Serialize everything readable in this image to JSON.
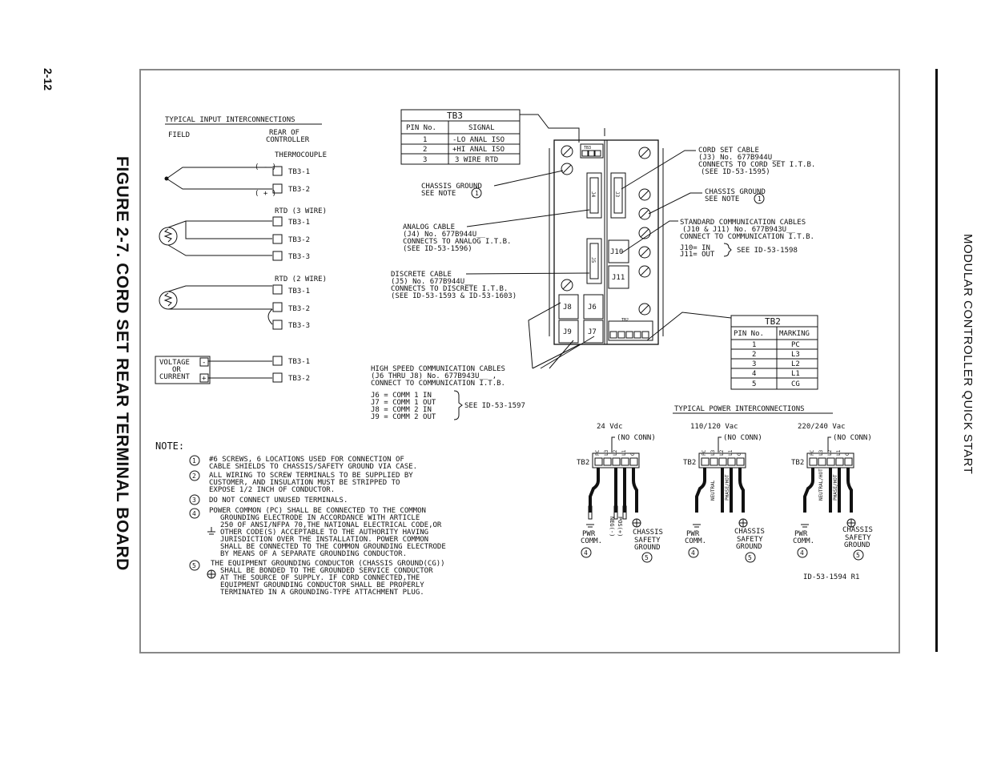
{
  "page_number": "2-12",
  "figure_title": "FIGURE 2-7. CORD SET REAR TERMINAL BOARD",
  "section_title": "MODULAR CONTROLLER QUICK START",
  "input_section": {
    "heading": "TYPICAL INPUT INTERCONNECTIONS",
    "field_label": "FIELD",
    "rear_label": "REAR OF",
    "rear_label2": "CONTROLLER",
    "thermocouple": "THERMOCOUPLE",
    "minus": "( - )",
    "plus": "( + )",
    "rtd3": "RTD (3 WIRE)",
    "rtd2": "RTD (2 WIRE)",
    "tb3_1": "TB3-1",
    "tb3_2": "TB3-2",
    "tb3_3": "TB3-3",
    "voltage": "VOLTAGE",
    "or": "OR",
    "current": "CURRENT",
    "sym_minus": "-",
    "sym_plus": "+"
  },
  "tb3_table": {
    "title": "TB3",
    "headers": [
      "PIN No.",
      "SIGNAL"
    ],
    "rows": [
      [
        "1",
        "-LO ANAL ISO"
      ],
      [
        "2",
        "+HI ANAL ISO"
      ],
      [
        "3",
        "3 WIRE RTD"
      ]
    ]
  },
  "tb2_table": {
    "title": "TB2",
    "headers": [
      "PIN No.",
      "MARKING"
    ],
    "rows": [
      [
        "1",
        "PC"
      ],
      [
        "2",
        "L3"
      ],
      [
        "3",
        "L2"
      ],
      [
        "4",
        "L1"
      ],
      [
        "5",
        "CG"
      ]
    ]
  },
  "callouts": {
    "cord_set": [
      "CORD SET CABLE",
      "(J3)      No. 677B944U__",
      "CONNECTS TO CORD SET I.T.B.",
      "(SEE ID-53-1595)"
    ],
    "chassis_ground_right": [
      "CHASSIS GROUND",
      "SEE NOTE"
    ],
    "chassis_ground_left": [
      "CHASSIS GROUND",
      "SEE NOTE"
    ],
    "std_comm": [
      "STANDARD COMMUNICATION CABLES",
      "(J10 & J11)      No. 677B943U__",
      "CONNECT TO COMMUNICATION I.T.B."
    ],
    "j10": "J10= IN",
    "j11": "J11= OUT",
    "std_see": "SEE ID-53-1598",
    "analog": [
      "ANALOG CABLE",
      "(J4)       No. 677B944U__",
      "CONNECTS TO ANALOG I.T.B.",
      "(SEE ID-53-1596)"
    ],
    "discrete": [
      "DISCRETE CABLE",
      "(J5)      No. 677B944U__",
      "CONNECTS TO DISCRETE I.T.B.",
      "(SEE ID-53-1593 & ID-53-1603)"
    ],
    "high_speed": [
      "HIGH SPEED COMMUNICATION CABLES",
      "(J6 THRU J8)      No. 677B943U__ ,",
      "CONNECT TO COMMUNICATION I.T.B."
    ],
    "j_list": [
      "J6 = COMM 1 IN",
      "J7 = COMM 1 OUT",
      "J8 = COMM 2 IN",
      "J9 = COMM 2 OUT"
    ],
    "hs_see": "SEE ID-53-1597"
  },
  "board_labels": {
    "j3": "J3",
    "j4": "J4",
    "j5": "J5",
    "j6": "J6",
    "j7": "J7",
    "j8": "J8",
    "j9": "J9",
    "j10": "J10",
    "j11": "J11",
    "tb2": "TB2",
    "tb3": "TB3"
  },
  "power_section": {
    "heading": "TYPICAL POWER INTERCONNECTIONS",
    "v24": "24 Vdc",
    "v110": "110/120 Vac",
    "v220": "220/240 Vac",
    "no_conn": "(NO CONN)",
    "tb2": "TB2",
    "pins": [
      "PC",
      "L3",
      "L2",
      "L1",
      "G"
    ],
    "pwr": "PWR",
    "comm": "COMM.",
    "chassis": "CHASSIS",
    "safety": "SAFETY",
    "ground": "GROUND",
    "neg": "NEG(-)",
    "pos": "POS(+)",
    "neutral": "NEUTRAL",
    "phase_hot": "PHASE/HOT",
    "neutral_hot": "NEUTRAL/HOT",
    "note4": "4",
    "note5": "5",
    "drawing_id": "ID-53-1594 R1"
  },
  "notes": {
    "title": "NOTE:",
    "n1": [
      "#6 SCREWS, 6 LOCATIONS USED FOR CONNECTION OF",
      "CABLE SHIELDS TO CHASSIS/SAFETY GROUND VIA CASE."
    ],
    "n2": [
      "ALL WIRING TO SCREW TERMINALS TO BE SUPPLIED BY",
      "CUSTOMER, AND INSULATION MUST BE STRIPPED TO",
      "EXPOSE 1/2 INCH OF CONDUCTOR."
    ],
    "n3": [
      "DO NOT CONNECT UNUSED TERMINALS."
    ],
    "n4": [
      "POWER COMMON (PC) SHALL BE CONNECTED TO THE COMMON",
      "GROUNDING ELECTRODE IN ACCORDANCE WITH ARTICLE",
      "250 OF ANSI/NFPA 70,THE NATIONAL ELECTRICAL CODE,OR",
      "OTHER CODE(S) ACCEPTABLE TO THE AUTHORITY HAVING",
      "JURISDICTION OVER THE INSTALLATION. POWER COMMON",
      "SHALL BE CONNECTED TO THE COMMON GROUNDING ELECTRODE",
      "BY MEANS OF A SEPARATE GROUNDING CONDUCTOR."
    ],
    "n5": [
      "THE EQUIPMENT GROUNDING CONDUCTOR (CHASSIS GROUND(CG))",
      "SHALL BE BONDED TO THE GROUNDED SERVICE CONDUCTOR",
      "AT THE SOURCE OF SUPPLY. IF CORD CONNECTED,THE",
      "EQUIPMENT GROUNDING CONDUCTOR SHALL BE PROPERLY",
      "TERMINATED IN A GROUNDING-TYPE ATTACHMENT PLUG."
    ],
    "marks": [
      "1",
      "2",
      "3",
      "4",
      "5"
    ]
  }
}
